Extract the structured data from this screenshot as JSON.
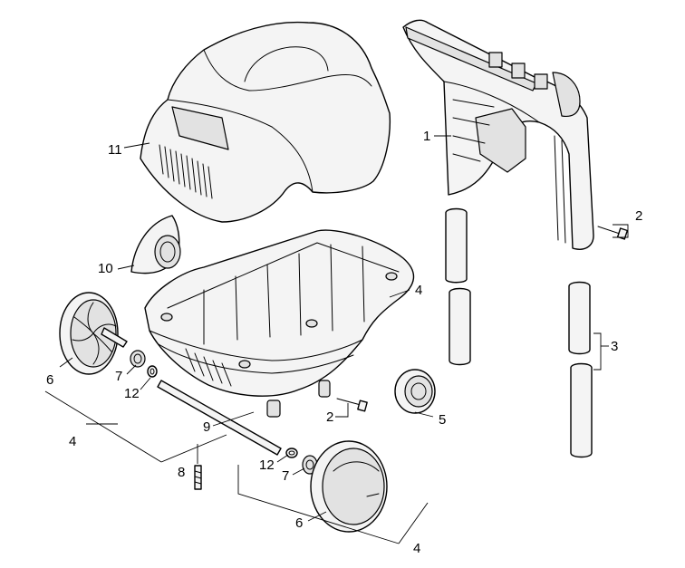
{
  "callouts": {
    "c1": "1",
    "c2a": "2",
    "c2b": "2",
    "c3": "3",
    "c4a": "4",
    "c4b": "4",
    "c4c": "4",
    "c5": "5",
    "c6a": "6",
    "c6b": "6",
    "c7a": "7",
    "c7b": "7",
    "c8": "8",
    "c9": "9",
    "c10": "10",
    "c11": "11",
    "c12a": "12",
    "c12b": "12"
  }
}
